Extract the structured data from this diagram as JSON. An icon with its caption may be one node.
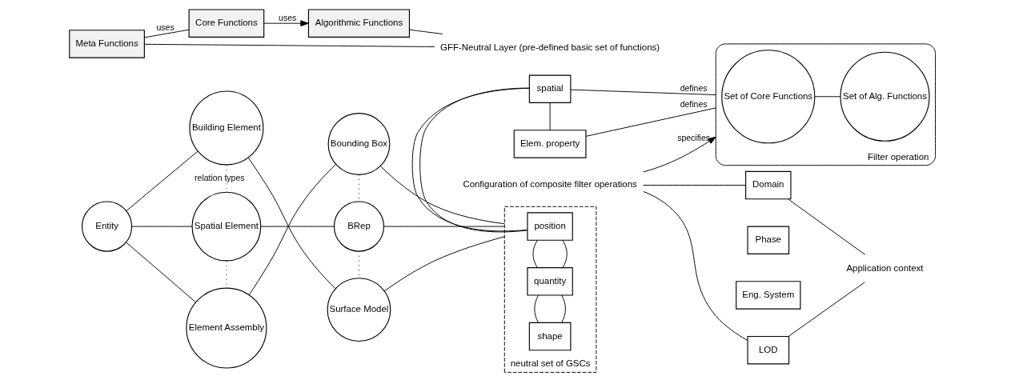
{
  "diagram": {
    "nodes": [
      {
        "text": [
          "Entity"
        ]
      },
      {
        "text": [
          "Building Element"
        ]
      },
      {
        "text": [
          "Spatial Element"
        ]
      },
      {
        "text": [
          "Element Assembly"
        ]
      },
      {
        "text": [
          "Bounding Box"
        ]
      },
      {
        "text": [
          "BRep"
        ]
      },
      {
        "text": [
          "Surface Model"
        ]
      },
      {
        "text": [
          "Elem. property"
        ]
      },
      {
        "text": [
          "spatial"
        ]
      },
      {
        "text": [
          "neutral set of GSCs"
        ]
      },
      {
        "text": [
          "position"
        ],
        "in": 9
      },
      {
        "text": [
          "quantity"
        ],
        "in": 9
      },
      {
        "text": [
          "shape"
        ],
        "in": 9
      },
      {
        "text": [
          "Filter operation"
        ]
      },
      {
        "text": [
          "Set of Core Functions"
        ],
        "in": 13
      },
      {
        "text": [
          "Set of Alg. Functions"
        ],
        "in": 13
      },
      {
        "text": [
          "Configuration of composite filter operations"
        ]
      },
      {
        "text": [
          "Domain"
        ]
      },
      {
        "text": [
          "Phase"
        ]
      },
      {
        "text": [
          "Eng. System"
        ]
      },
      {
        "text": [
          "LOD"
        ]
      },
      {
        "text": [
          "Application context"
        ]
      },
      {
        "text": [
          "Meta Functions"
        ]
      },
      {
        "text": [
          "Core Functions"
        ]
      },
      {
        "text": [
          "Algorithmic Functions"
        ]
      },
      {
        "text": [
          "GFF-Neutral Layer (pre-defined basic set of functions)"
        ]
      }
    ],
    "edges": [
      {
        "from": 0,
        "to": 1,
        "arrow": "none"
      },
      {
        "from": 0,
        "to": 2,
        "arrow": "none"
      },
      {
        "from": 0,
        "to": 3,
        "arrow": "none"
      },
      {
        "from": 1,
        "to": 2,
        "arrow": "none",
        "style": "dashed",
        "label": "relation types"
      },
      {
        "from": 2,
        "to": 3,
        "arrow": "none",
        "style": "dashed"
      },
      {
        "from": 1,
        "to": 6,
        "arrow": "none"
      },
      {
        "from": 2,
        "to": 5,
        "arrow": "none"
      },
      {
        "from": 3,
        "to": 4,
        "arrow": "none"
      },
      {
        "from": 4,
        "to": 5,
        "arrow": "none",
        "style": "dashed"
      },
      {
        "from": 5,
        "to": 6,
        "arrow": "none",
        "style": "dashed"
      },
      {
        "from": 4,
        "to": 9,
        "arrow": "none"
      },
      {
        "from": 5,
        "to": 9,
        "arrow": "none"
      },
      {
        "from": 6,
        "to": 9,
        "arrow": "none"
      },
      {
        "from": 7,
        "to": 8,
        "arrow": "none"
      },
      {
        "from": 8,
        "to": 10,
        "arrow": "none"
      },
      {
        "from": 8,
        "to": 10,
        "arrow": "none"
      },
      {
        "from": 10,
        "to": 11,
        "arrow": "none"
      },
      {
        "from": 10,
        "to": 11,
        "arrow": "none"
      },
      {
        "from": 11,
        "to": 12,
        "arrow": "none"
      },
      {
        "from": 11,
        "to": 12,
        "arrow": "none"
      },
      {
        "from": 7,
        "to": 13,
        "arrow": "none",
        "label": "defines"
      },
      {
        "from": 8,
        "to": 13,
        "arrow": "none",
        "label": "defines"
      },
      {
        "from": 14,
        "to": 15,
        "arrow": "none"
      },
      {
        "from": 16,
        "to": 13,
        "arrow": "to",
        "label": "specifies"
      },
      {
        "from": 16,
        "to": 17,
        "arrow": "none"
      },
      {
        "from": 16,
        "to": 20,
        "arrow": "none"
      },
      {
        "from": 17,
        "to": 21,
        "arrow": "none"
      },
      {
        "from": 20,
        "to": 21,
        "arrow": "none"
      },
      {
        "from": 22,
        "to": 23,
        "arrow": "none",
        "label": "uses"
      },
      {
        "from": 23,
        "to": 24,
        "arrow": "to",
        "label": "uses"
      },
      {
        "from": 22,
        "to": 25,
        "arrow": "none"
      },
      {
        "from": 24,
        "to": 25,
        "arrow": "none"
      }
    ]
  }
}
